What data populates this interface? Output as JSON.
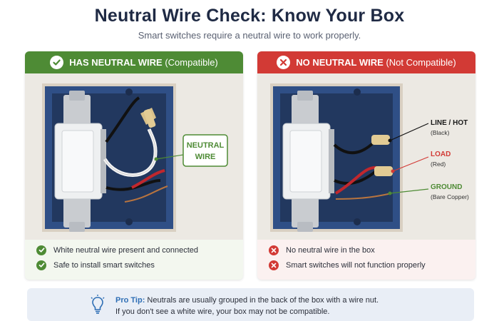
{
  "title": "Neutral Wire Check: Know Your Box",
  "subtitle": "Smart switches require a neutral wire to work properly.",
  "colors": {
    "compatible": "#4e8b35",
    "not_compatible": "#d23a35",
    "tip_accent": "#2f6fb5"
  },
  "left_panel": {
    "header_main": "HAS NEUTRAL WIRE",
    "header_note": "(Compatible)",
    "header_icon": "check-circle-icon",
    "callout_line1": "NEUTRAL",
    "callout_line2": "WIRE",
    "bullets": [
      {
        "icon": "check-icon",
        "text": "White neutral wire present and connected"
      },
      {
        "icon": "check-icon",
        "text": "Safe to install smart switches"
      }
    ]
  },
  "right_panel": {
    "header_main": "NO NEUTRAL WIRE",
    "header_note": "(Not Compatible)",
    "header_icon": "x-circle-icon",
    "labels": [
      {
        "title": "LINE / HOT",
        "note": "(Black)"
      },
      {
        "title": "LOAD",
        "note": "(Red)"
      },
      {
        "title": "GROUND",
        "note": "(Bare Copper)"
      }
    ],
    "bullets": [
      {
        "icon": "x-icon",
        "text": "No neutral wire in the box"
      },
      {
        "icon": "x-icon",
        "text": "Smart switches will not function properly"
      }
    ]
  },
  "pro_tip": {
    "icon": "lightbulb-icon",
    "label": "Pro Tip:",
    "line1": "Neutrals are usually grouped in the back of the box with a wire nut.",
    "line2": "If you don't see a white wire, your box may not be compatible."
  }
}
